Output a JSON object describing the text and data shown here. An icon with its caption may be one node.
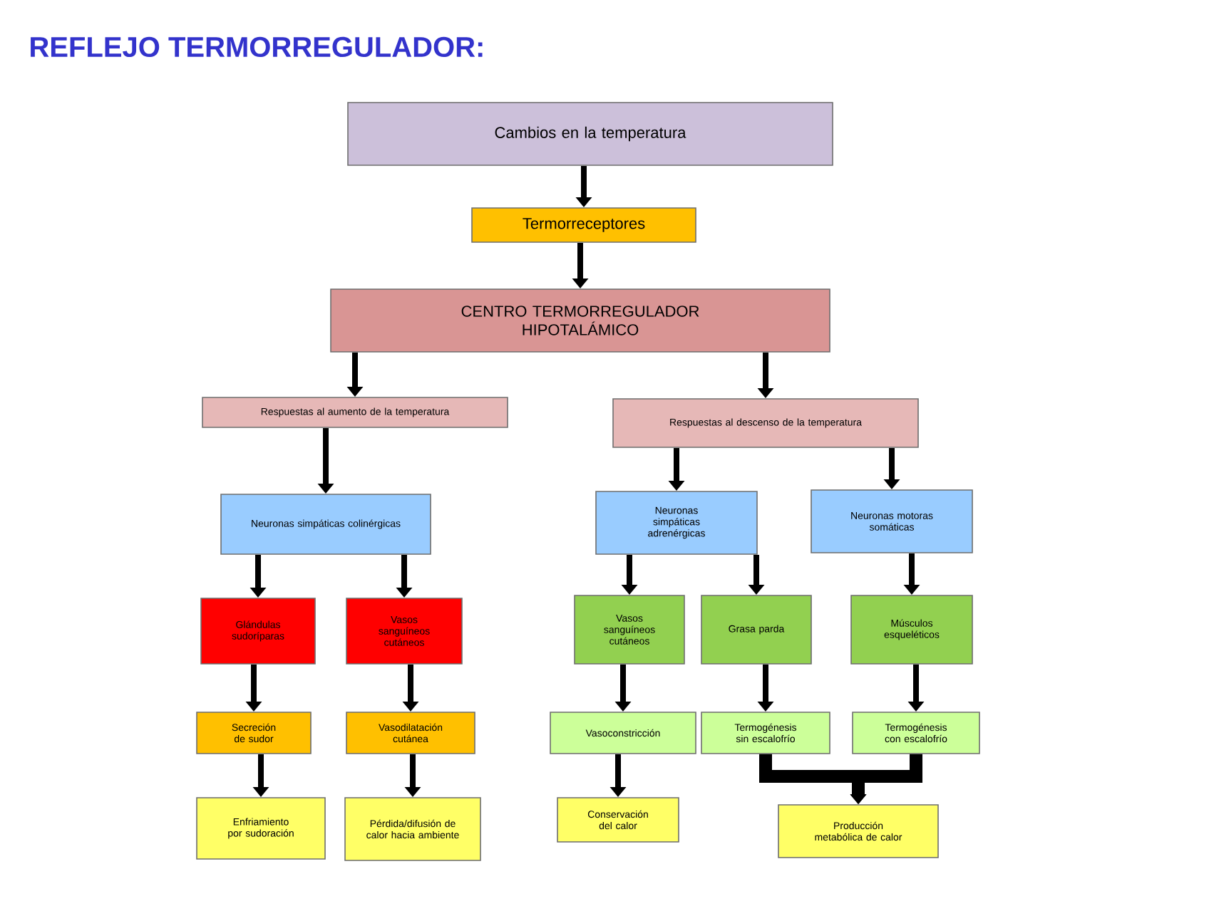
{
  "diagram": {
    "title": "REFLEJO TERMORREGULADOR:",
    "nodes": [
      {
        "text": [
          "Cambios en la temperatura"
        ]
      },
      {
        "text": [
          "Termorreceptores"
        ]
      },
      {
        "text": [
          "CENTRO TERMORREGULADOR HIPOTALÁMICO"
        ]
      },
      {
        "text": [
          "Respuestas al aumento de la temperatura"
        ]
      },
      {
        "text": [
          "Respuestas al descenso de la temperatura"
        ]
      },
      {
        "text": [
          "Neuronas simpáticas colinérgicas"
        ]
      },
      {
        "text": [
          "Neuronas simpáticas adrenérgicas"
        ]
      },
      {
        "text": [
          "Neuronas motoras somáticas"
        ]
      },
      {
        "text": [
          "Glándulas sudoríparas"
        ]
      },
      {
        "text": [
          "Vasos sanguíneos cutáneos"
        ]
      },
      {
        "text": [
          "Vasos sanguíneos cutáneos"
        ]
      },
      {
        "text": [
          "Grasa parda"
        ]
      },
      {
        "text": [
          "Músculos esqueléticos"
        ]
      },
      {
        "text": [
          "Secreción de sudor"
        ]
      },
      {
        "text": [
          "Vasodilatación cutánea"
        ]
      },
      {
        "text": [
          "Vasoconstricción"
        ]
      },
      {
        "text": [
          "Termogénesis sin escalofrío"
        ]
      },
      {
        "text": [
          "Termogénesis con escalofrío"
        ]
      },
      {
        "text": [
          "Enfriamiento por sudoración"
        ]
      },
      {
        "text": [
          "Pérdida/difusión de calor hacia ambiente"
        ]
      },
      {
        "text": [
          "Conservación del calor"
        ]
      },
      {
        "text": [
          "Producción metabólica de calor"
        ]
      }
    ],
    "edges": [
      {
        "from": 0,
        "to": 1,
        "arrow": "to"
      },
      {
        "from": 1,
        "to": 2,
        "arrow": "to"
      },
      {
        "from": 2,
        "to": 3,
        "arrow": "to"
      },
      {
        "from": 2,
        "to": 4,
        "arrow": "to"
      },
      {
        "from": 3,
        "to": 5,
        "arrow": "to"
      },
      {
        "from": 4,
        "to": 6,
        "arrow": "to"
      },
      {
        "from": 4,
        "to": 7,
        "arrow": "to"
      },
      {
        "from": 5,
        "to": 8,
        "arrow": "to"
      },
      {
        "from": 5,
        "to": 9,
        "arrow": "to"
      },
      {
        "from": 6,
        "to": 10,
        "arrow": "to"
      },
      {
        "from": 6,
        "to": 11,
        "arrow": "to"
      },
      {
        "from": 7,
        "to": 12,
        "arrow": "to"
      },
      {
        "from": 8,
        "to": 13,
        "arrow": "to"
      },
      {
        "from": 9,
        "to": 14,
        "arrow": "to"
      },
      {
        "from": 10,
        "to": 15,
        "arrow": "to"
      },
      {
        "from": 11,
        "to": 16,
        "arrow": "to"
      },
      {
        "from": 12,
        "to": 17,
        "arrow": "to"
      },
      {
        "from": 13,
        "to": 18,
        "arrow": "to"
      },
      {
        "from": 14,
        "to": 19,
        "arrow": "to"
      },
      {
        "from": 15,
        "to": 20,
        "arrow": "to"
      },
      {
        "from": 16,
        "to": 21,
        "arrow": "to",
        "style": "thick"
      },
      {
        "from": 17,
        "to": 21,
        "arrow": "to",
        "style": "thick"
      }
    ]
  }
}
